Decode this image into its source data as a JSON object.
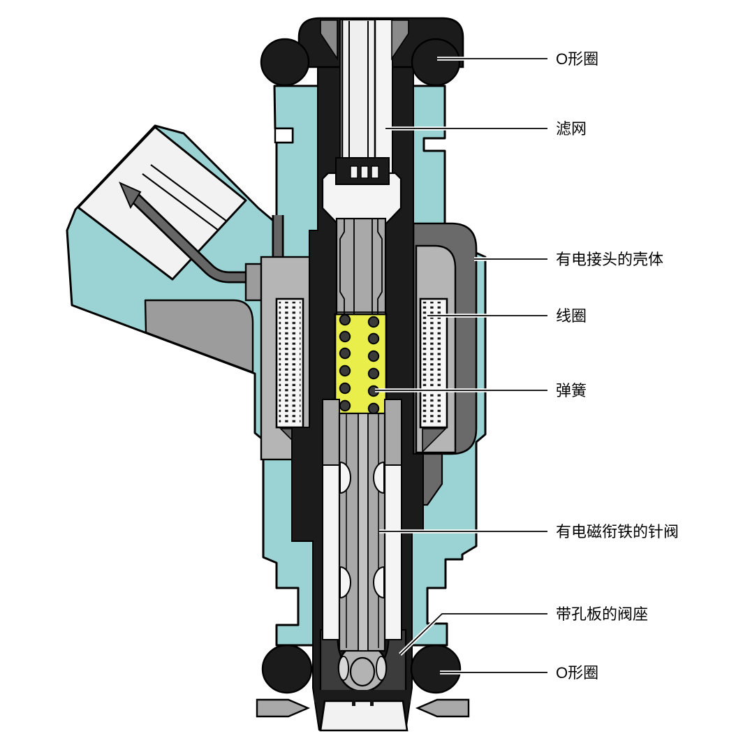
{
  "figure": {
    "type": "technical cutaway diagram",
    "subject": "electromagnetic fuel injector cross-section"
  },
  "labels": [
    {
      "id": "o-ring-top",
      "text": "O形圈"
    },
    {
      "id": "filter-screen",
      "text": "滤网"
    },
    {
      "id": "housing",
      "text": "有电接头的壳体"
    },
    {
      "id": "coil",
      "text": "线圈"
    },
    {
      "id": "spring",
      "text": "弹簧"
    },
    {
      "id": "needle-valve",
      "text": "有电磁衔铁的针阀"
    },
    {
      "id": "valve-seat",
      "text": "带孔板的阀座"
    },
    {
      "id": "o-ring-bottom",
      "text": "O形圈"
    }
  ],
  "colors": {
    "housing_teal": "#9bd2d3",
    "body_black": "#1b1b1b",
    "metal_gray": "#a9a9a9",
    "bobbin_gray": "#b5b5b5",
    "shell_dark_gray": "#6a6a6a",
    "seat_dark": "#3c3c3c",
    "spring_yellow": "#e9ee4b",
    "white_parts": "#f4f4f4"
  }
}
